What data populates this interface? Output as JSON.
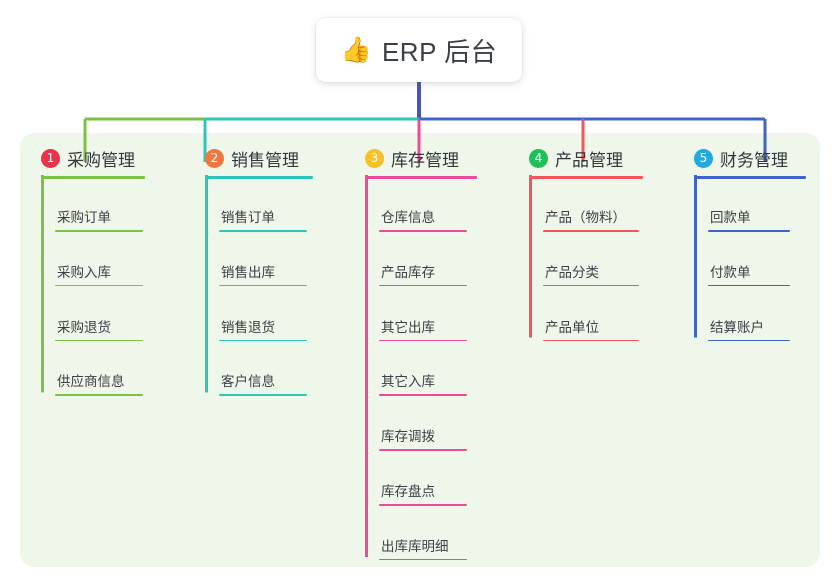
{
  "root": {
    "icon": "thumbs-up-icon",
    "emoji": "👍",
    "title": "ERP 后台"
  },
  "palette": {
    "panel_bg": "#eff7ea",
    "page_bg": "#ffffff",
    "trunk": "#4a55b8",
    "text": "#3b4046"
  },
  "columns": [
    {
      "index": "1",
      "title": "采购管理",
      "color": "#7cc046",
      "badge_color": "#e8334a",
      "items": [
        {
          "label": "采购订单"
        },
        {
          "label": "采购入库"
        },
        {
          "label": "采购退货"
        },
        {
          "label": "供应商信息"
        }
      ]
    },
    {
      "index": "2",
      "title": "销售管理",
      "color": "#2fc6b8",
      "badge_color": "#f0783c",
      "items": [
        {
          "label": "销售订单"
        },
        {
          "label": "销售出库"
        },
        {
          "label": "销售退货"
        },
        {
          "label": "客户信息"
        }
      ]
    },
    {
      "index": "3",
      "title": "库存管理",
      "color": "#ec4a9b",
      "badge_color": "#f6c026",
      "items": [
        {
          "label": "仓库信息"
        },
        {
          "label": "产品库存"
        },
        {
          "label": "其它出库"
        },
        {
          "label": "其它入库"
        },
        {
          "label": "库存调拨"
        },
        {
          "label": "库存盘点"
        },
        {
          "label": "出库库明细"
        }
      ]
    },
    {
      "index": "4",
      "title": "产品管理",
      "color": "#f4555b",
      "badge_color": "#1fbf5a",
      "items": [
        {
          "label": "产品（物料）"
        },
        {
          "label": "产品分类"
        },
        {
          "label": "产品单位"
        }
      ]
    },
    {
      "index": "5",
      "title": "财务管理",
      "color": "#3f63c8",
      "badge_color": "#23a9e0",
      "items": [
        {
          "label": "回款单"
        },
        {
          "label": "付款单"
        },
        {
          "label": "结算账户"
        }
      ]
    }
  ]
}
